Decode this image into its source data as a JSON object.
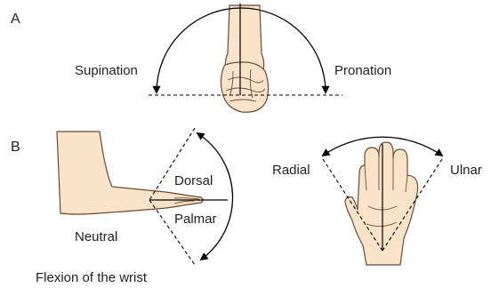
{
  "panels": {
    "a": {
      "label": "A",
      "left_motion": "Supination",
      "right_motion": "Pronation"
    },
    "b": {
      "label": "B",
      "upper_motion": "Dorsal",
      "lower_motion": "Palmar",
      "position": "Neutral",
      "caption": "Flexion of the wrist",
      "left_deviation": "Radial",
      "right_deviation": "Ulnar"
    }
  },
  "colors": {
    "skin": "#fbe3c9",
    "outline": "#6b4a34",
    "lines": "#000000"
  }
}
